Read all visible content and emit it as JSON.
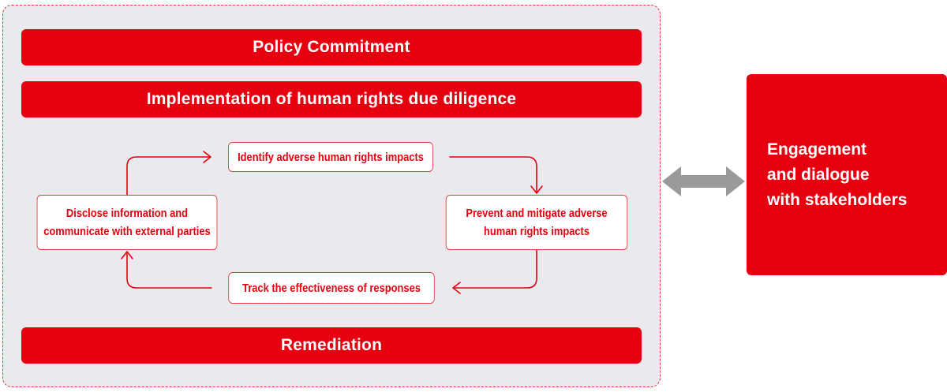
{
  "framework": {
    "policy_commitment": "Policy Commitment",
    "implementation": "Implementation of human rights due diligence",
    "remediation": "Remediation"
  },
  "cycle": {
    "identify": "Identify adverse human rights impacts",
    "prevent_line1": "Prevent and mitigate adverse",
    "prevent_line2": "human rights impacts",
    "track": "Track the effectiveness of responses",
    "disclose_line1": "Disclose information and",
    "disclose_line2": "communicate with external parties"
  },
  "stakeholders": {
    "line1": "Engagement",
    "line2": "and dialogue",
    "line3": "with stakeholders"
  },
  "colors": {
    "accent": "#e6000f",
    "panel": "#e9e9ee",
    "connector": "#9a9a9a"
  }
}
